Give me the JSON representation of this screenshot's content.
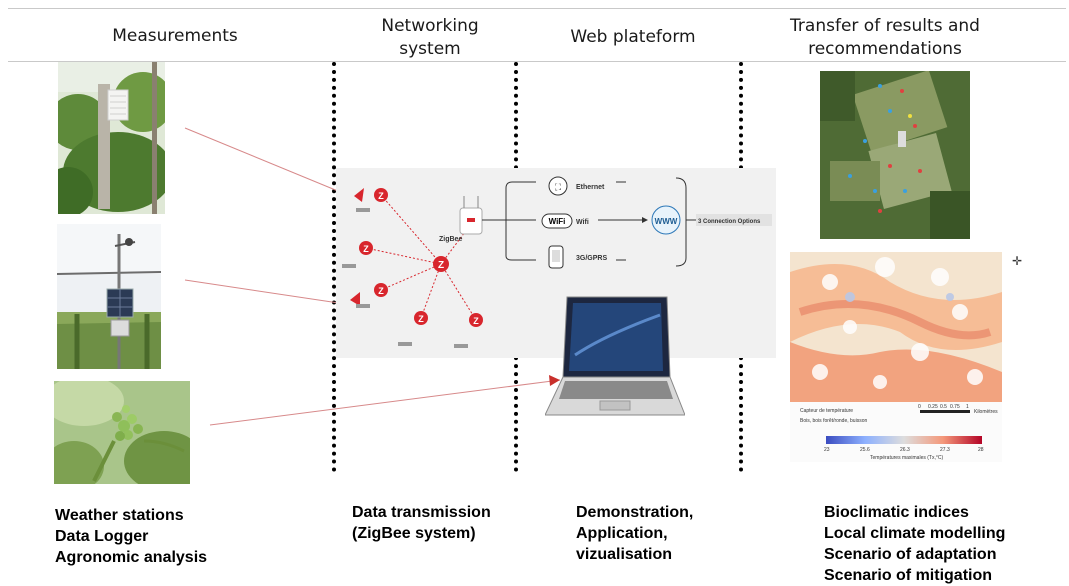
{
  "columns": {
    "measurements": "Measurements",
    "networking_line1": "Networking",
    "networking_line2": "system",
    "web": "Web plateform",
    "transfer_line1": "Transfer of results and",
    "transfer_line2": "recommendations"
  },
  "bottom": {
    "measurements": [
      "Weather stations",
      "Data Logger",
      "Agronomic analysis"
    ],
    "networking": [
      "Data transmission",
      "(ZigBee system)"
    ],
    "web": [
      "Demonstration,",
      "Application,",
      "vizualisation"
    ],
    "transfer": [
      "Bioclimatic indices",
      "Local climate modelling",
      "Scenario of adaptation",
      "Scenario of mitigation"
    ]
  },
  "network_diagram": {
    "zigbee_label": "ZigBee",
    "options": [
      "Ethernet",
      "Wifi",
      "3G/GPRS"
    ],
    "wifi_badge": "WiFi",
    "www_label": "WWW",
    "connection_label": "3 Connection Options"
  },
  "map": {
    "legend_sensor": "Capteur de température",
    "legend_forest": "Bois, bois forêt/ronde, buisson",
    "scale_ticks": [
      "0",
      "0.25",
      "0.5",
      "0.75",
      "1"
    ],
    "scale_unit": "Kilomètres",
    "colorbar_ticks": [
      "23",
      "25.6",
      "26.3",
      "27.3",
      "28"
    ],
    "colorbar_label": "Températures maximales (Tx,°C)",
    "colorbar_colors": [
      "#3b4cc0",
      "#8db0fe",
      "#dddddd",
      "#f4987a",
      "#b40426"
    ]
  },
  "colors": {
    "zigbee_red": "#d8262d",
    "arrow_red": "#c9302c",
    "divider": "#000000"
  }
}
